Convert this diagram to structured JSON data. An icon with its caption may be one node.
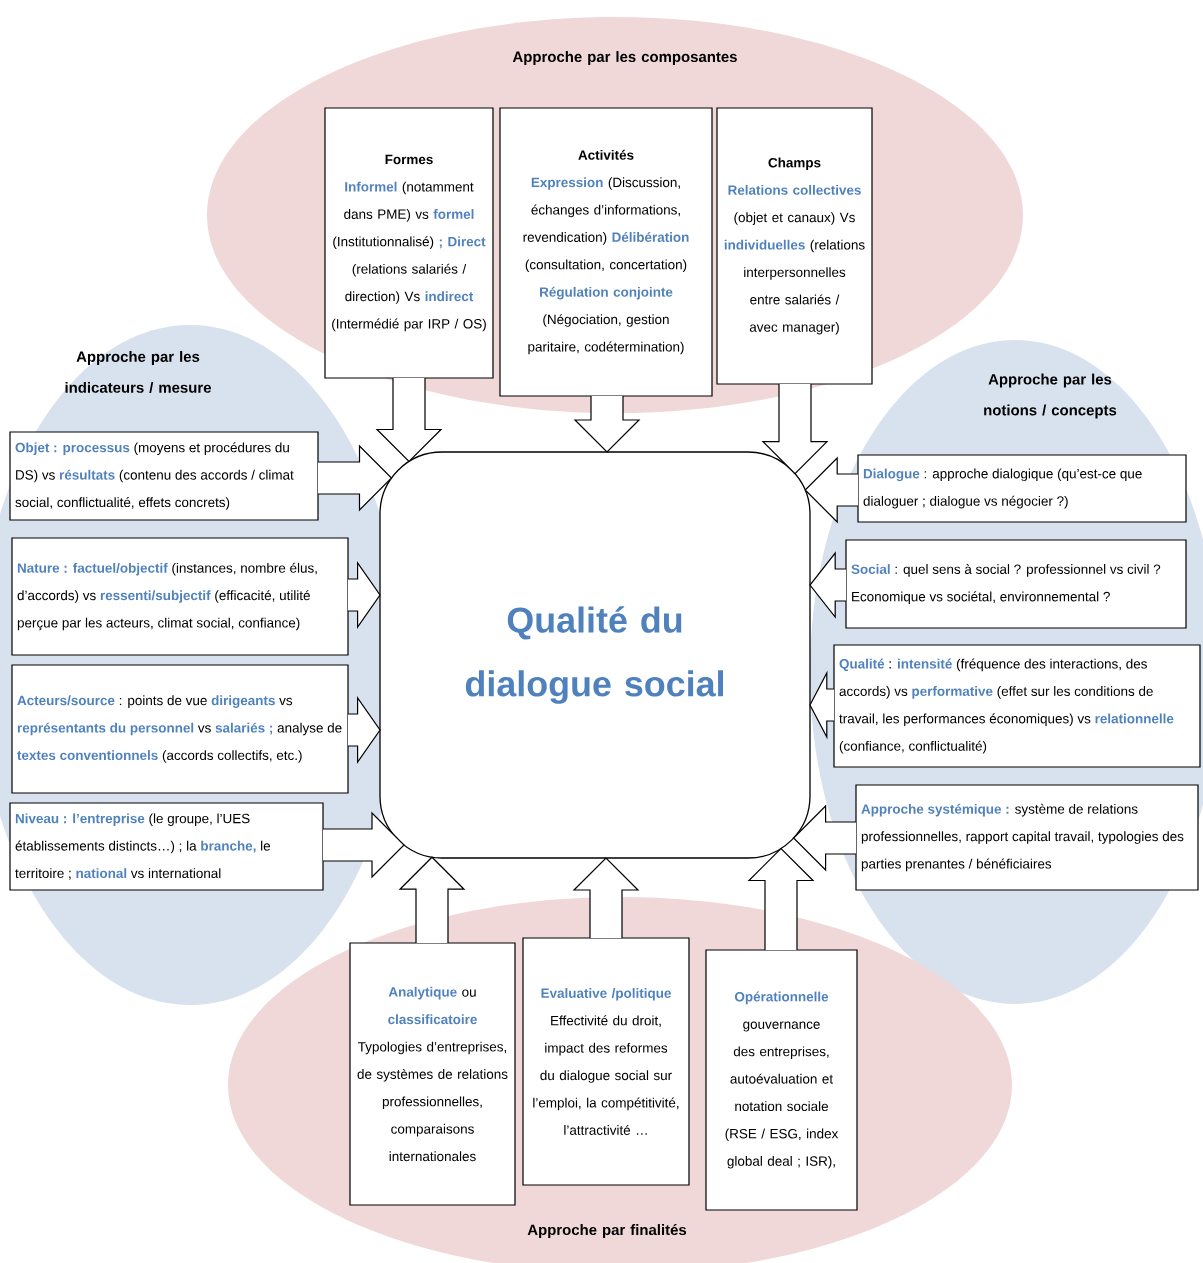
{
  "diagram": {
    "nodes": [
      {
        "text": [
          "Approche par les composantes"
        ]
      },
      {
        "text": [
          "Formes",
          "**Informel** (notamment dans PME) vs **formel** (Institutionnalisé) **;** **Direct** (relations salariés / direction) Vs **indirect** (Intermédié par IRP / OS)"
        ],
        "in": 0
      },
      {
        "text": [
          "Activités",
          "**Expression** (Discussion, échanges d’informations, revendication) **Délibération** (consultation, concertation) **Régulation conjointe** (Négociation, gestion paritaire, codétermination)"
        ],
        "in": 0
      },
      {
        "text": [
          "Champs",
          "**Relations collectives** (objet et canaux) Vs **individuelles** (relations interpersonnelles entre salariés / avec manager)"
        ],
        "in": 0
      },
      {
        "text": [
          "Approche par les indicateurs / mesure"
        ]
      },
      {
        "text": [
          "Approche par les notions / concepts"
        ]
      },
      {
        "text": [
          "**Objet : processus** (moyens et procédures du DS) vs **résultats** (contenu des accords / climat social, conflictualité, effets concrets)"
        ],
        "in": 4
      },
      {
        "text": [
          "**Dialogue** : approche dialogique (qu’est-ce que dialoguer ; dialogue vs négocier ?)"
        ],
        "in": 5
      },
      {
        "text": [
          "**Nature : factuel/objectif** (instances, nombre élus, d’accords) vs **ressenti/subjectif** (efficacité, utilité perçue par les acteurs, climat social, confiance)"
        ],
        "in": 4
      },
      {
        "text": [
          "**Social** : quel sens à social ? professionnel vs civil ? Economique vs sociétal, environnemental ?"
        ],
        "in": 5
      },
      {
        "text": [
          "Qualité du dialogue social"
        ]
      },
      {
        "text": [
          "**Qualité** : **intensité** (fréquence des interactions, des accords) vs **performative** (effet sur les conditions de travail, les performances économiques) vs **relationnelle** (confiance, conflictualité)"
        ],
        "in": 5
      },
      {
        "text": [
          "**Acteurs/source** : points de vue **dirigeants** vs **représentants du personnel** vs **salariés ;** analyse de **textes conventionnels** (accords collectifs, etc.)"
        ],
        "in": 4
      },
      {
        "text": [
          "**Niveau : l’entreprise** (le groupe, l’UES établissements distincts…) ; la **branche,** le territoire ; **national** vs international"
        ],
        "in": 4
      },
      {
        "text": [
          "**Approche systémique :** système de relations professionnelles, rapport capital travail, typologies des parties prenantes / bénéficiaires"
        ],
        "in": 5
      },
      {
        "text": [
          "Approche par finalités"
        ]
      },
      {
        "text": [
          "**Analytique** ou **classificatoire**",
          "Typologies d’entreprises, de systèmes de relations professionnelles, comparaisons internationales"
        ],
        "in": 15
      },
      {
        "text": [
          "Evaluative /politique",
          "Effectivité du droit, impact des reformes du dialogue social sur l’emploi, la compétitivité, l’attractivité …"
        ],
        "in": 15
      },
      {
        "text": [
          "Opérationnelle",
          "gouvernance des entreprises, autoévaluation et notation sociale (RSE / ESG, index global deal ; ISR),"
        ],
        "in": 15
      }
    ],
    "edges": [
      {
        "from": 1,
        "to": 10,
        "arrow": "to"
      },
      {
        "from": 2,
        "to": 10,
        "arrow": "to"
      },
      {
        "from": 3,
        "to": 10,
        "arrow": "to"
      },
      {
        "from": 6,
        "to": 10,
        "arrow": "to"
      },
      {
        "from": 7,
        "to": 10,
        "arrow": "to"
      },
      {
        "from": 8,
        "to": 10,
        "arrow": "to"
      },
      {
        "from": 9,
        "to": 10,
        "arrow": "to"
      },
      {
        "from": 11,
        "to": 10,
        "arrow": "to"
      },
      {
        "from": 12,
        "to": 10,
        "arrow": "to"
      },
      {
        "from": 13,
        "to": 10,
        "arrow": "to"
      },
      {
        "from": 14,
        "to": 10,
        "arrow": "to"
      },
      {
        "from": 16,
        "to": 10,
        "arrow": "to"
      },
      {
        "from": 17,
        "to": 10,
        "arrow": "to"
      },
      {
        "from": 18,
        "to": 10,
        "arrow": "to"
      }
    ]
  }
}
